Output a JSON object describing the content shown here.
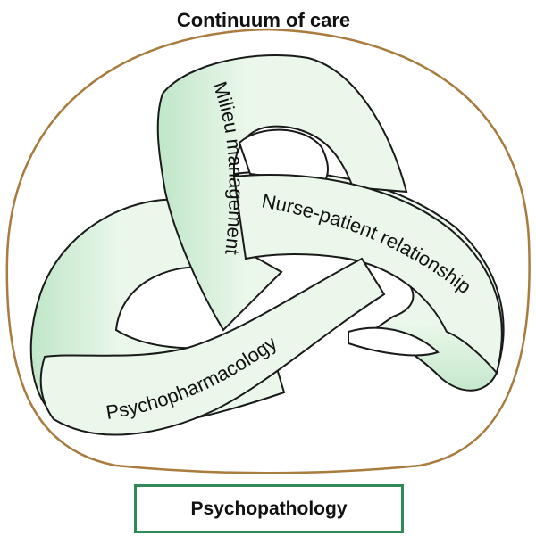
{
  "title": "Continuum of care",
  "bands": {
    "milieu": "Milieu management",
    "nurse_patient": "Nurse-patient relationship",
    "pharmacology": "Psychopharmacology"
  },
  "footer": {
    "label": "Psychopathology"
  },
  "colors": {
    "outer_boundary": "#a97b3c",
    "band_fill": "#eaf7ea",
    "band_shade": "#bfe6c8",
    "band_outline": "#1a1a1a",
    "footer_border": "#2f8a5a"
  }
}
